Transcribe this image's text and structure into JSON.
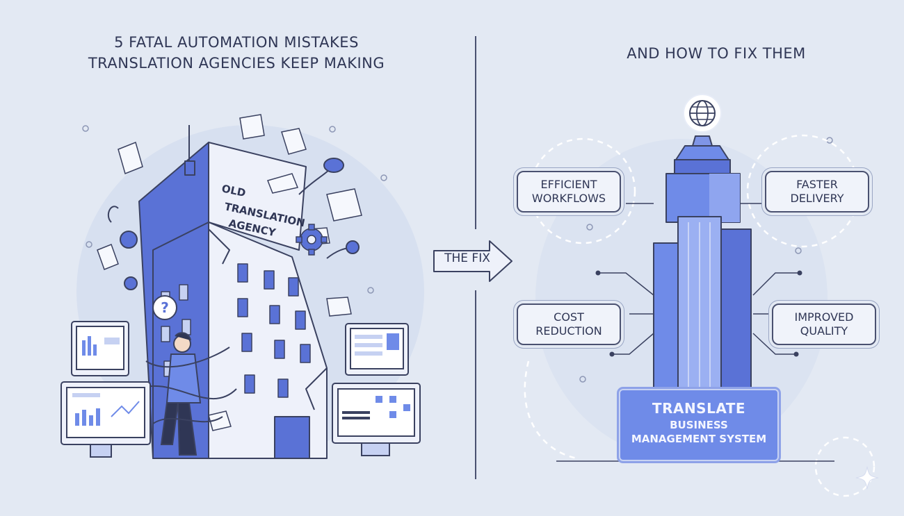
{
  "left_title": "5 FATAL AUTOMATION MISTAKES\nTRANSLATION AGENCIES KEEP MAKING",
  "left_title_line1": "5 FATAL AUTOMATION MISTAKES",
  "left_title_line2": "TRANSLATION AGENCIES KEEP MAKING",
  "right_title": "AND HOW TO FIX THEM",
  "old_building_sign": {
    "line1": "OLD",
    "line2": "TRANSLATION",
    "line3": "AGENCY"
  },
  "fix_label": "THE FIX",
  "benefits": [
    {
      "label": "EFFICIENT\nWORKFLOWS"
    },
    {
      "label": "FASTER\nDELIVERY"
    },
    {
      "label": "COST\nREDUCTION"
    },
    {
      "label": "IMPROVED\nQUALITY"
    }
  ],
  "system_sign": {
    "line1": "TRANSLATE",
    "line2": "BUSINESS",
    "line3": "MANAGEMENT SYSTEM"
  },
  "icons": [
    "globe-icon",
    "question-icon",
    "gear-icon",
    "sparkle-icon"
  ],
  "colors": {
    "background": "#e3e9f3",
    "accent_blue": "#6f8be8",
    "building_dark": "#5a72d6",
    "outline": "#4a5170"
  }
}
